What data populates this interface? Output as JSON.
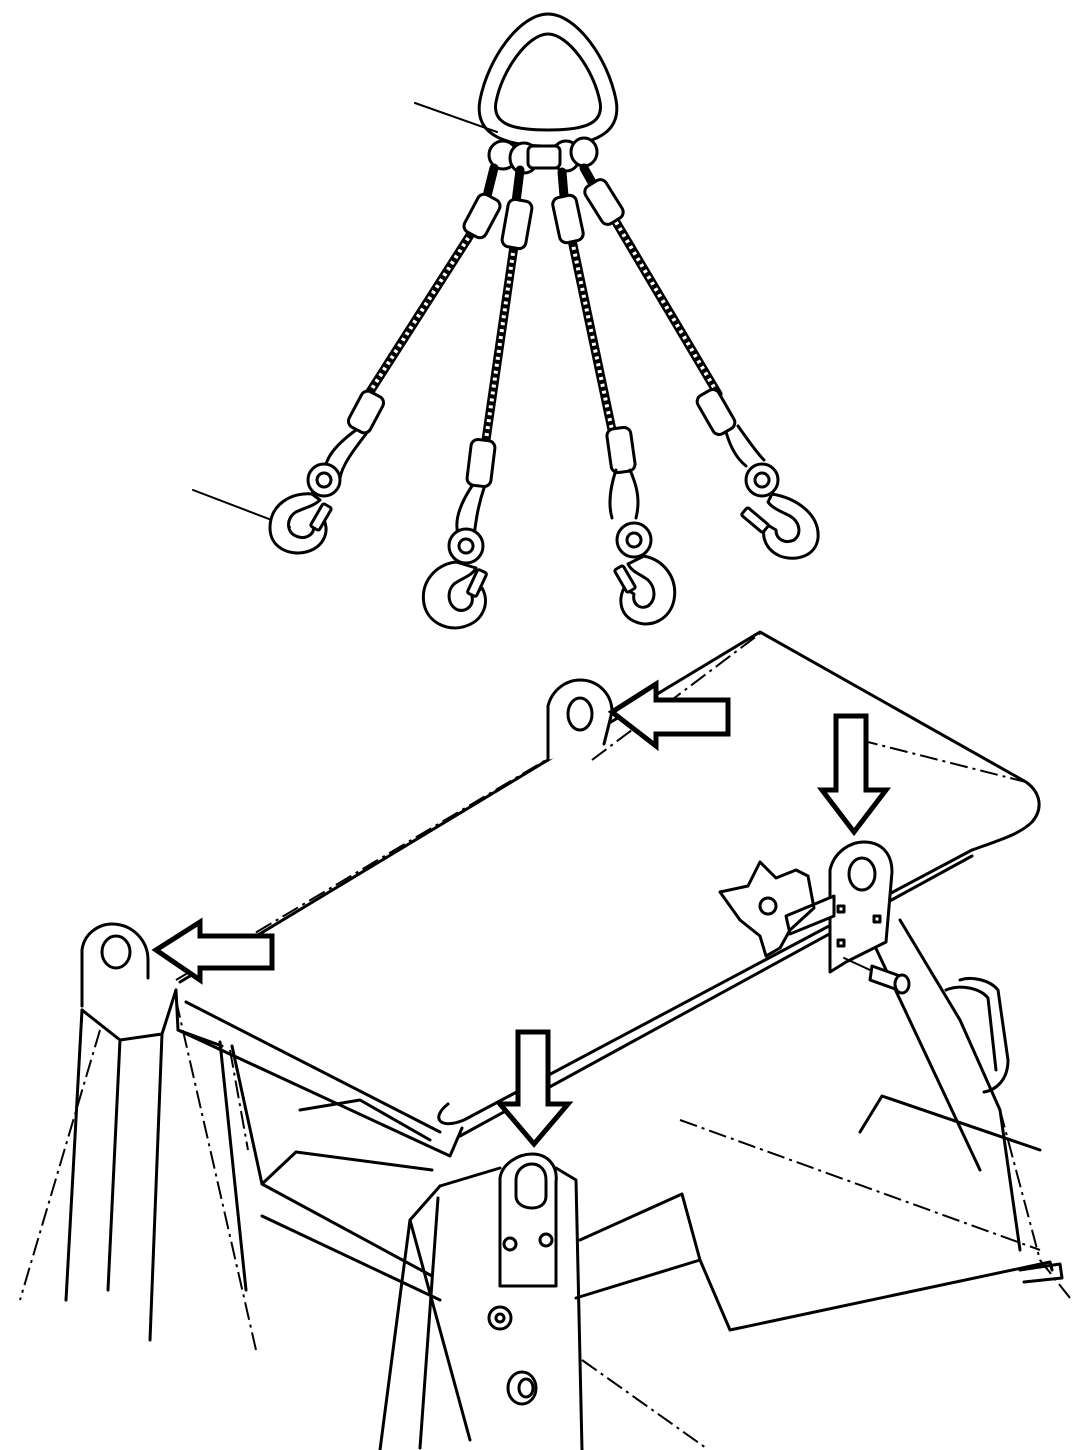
{
  "figure": {
    "kind": "technical line illustration",
    "components": [
      "lifting-ring",
      "four-leg-wire-rope-sling",
      "hook",
      "lifting-eye",
      "callout-arrow",
      "canopy-frame",
      "mounting-bolt"
    ],
    "sling_legs": 4,
    "lifting_points": 4,
    "callout_arrows": 4,
    "line_color": "#000000",
    "background_color": "#ffffff"
  }
}
